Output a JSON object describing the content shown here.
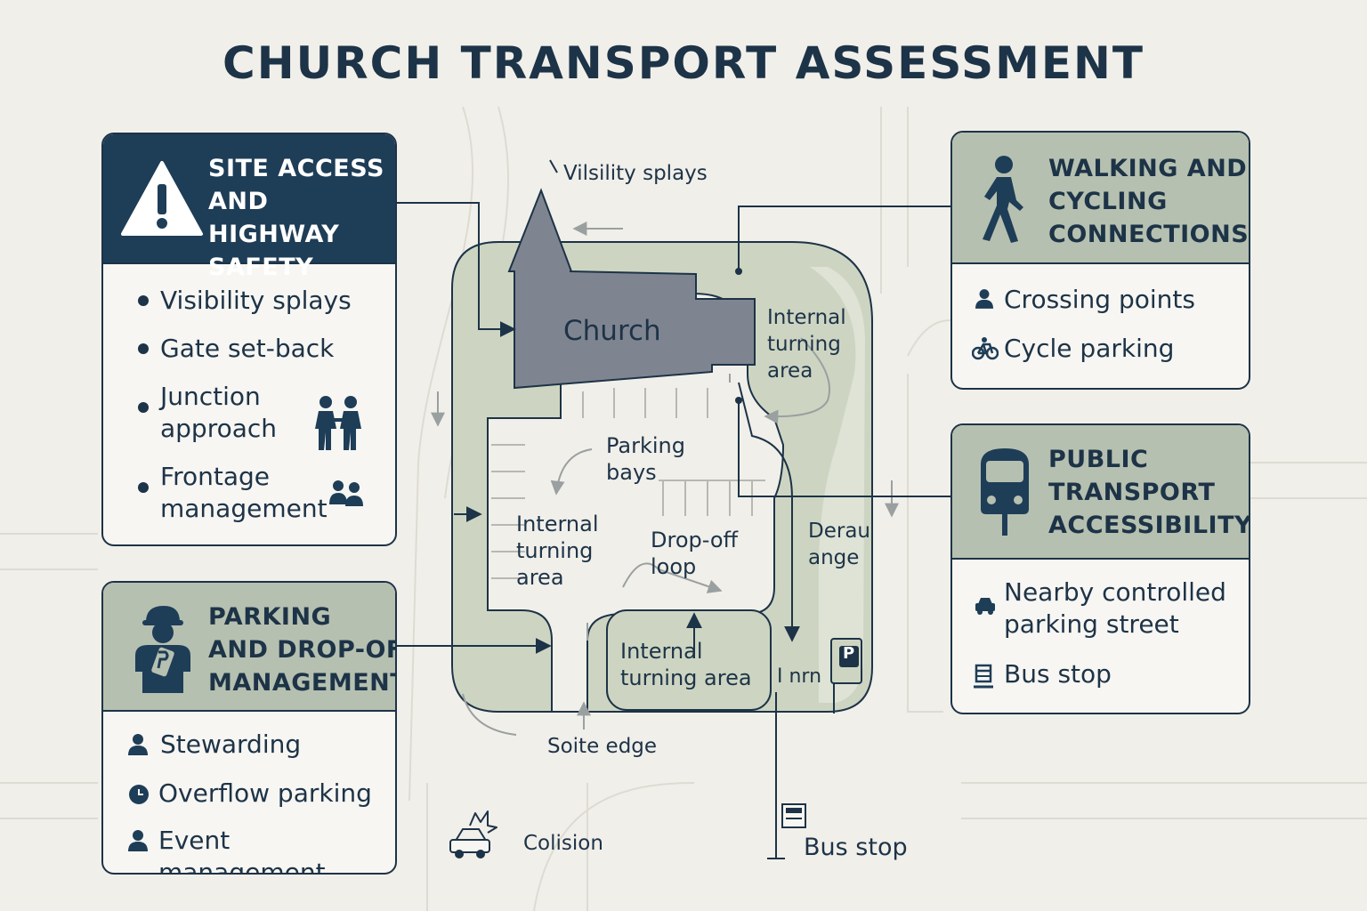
{
  "title": "CHURCH TRANSPORT ASSESSMENT",
  "colors": {
    "navy": "#1d3347",
    "header_dark": "#1e3d57",
    "header_sage": "#b6c0b0",
    "site_green": "#cdd5c2",
    "church_grey": "#7f8590",
    "background": "#f1efea"
  },
  "panels": {
    "site_access": {
      "title": "SITE ACCESS\nAND HIGHWAY\nSAFETY",
      "icon": "warning-triangle-icon",
      "items": [
        "Visibility splays",
        "Gate set-back",
        "Junction\napproach",
        "Frontage\nmanagement"
      ]
    },
    "parking_dropoff": {
      "title": "PARKING\nAND DROP-OF\nMANAGEMENT",
      "icon": "steward-icon",
      "items": [
        "Stewarding",
        "Overflow parking",
        "Event management"
      ]
    },
    "walking_cycling": {
      "title": "WALKING AND\nCYCLING\nCONNECTIONS",
      "icon": "pedestrian-icon",
      "items": [
        "Crossing points",
        "Cycle parking"
      ]
    },
    "public_transport": {
      "title": "PUBLIC\nTRANSPORT\nACCESSIBILITY",
      "icon": "bus-icon",
      "items": [
        "Nearby controlled\nparking street",
        "Bus stop"
      ]
    }
  },
  "map_labels": {
    "visibility_splays": "Vilsility splays",
    "church": "Church",
    "internal_turning_area_top": "Internal\nturning\narea",
    "parking_bays": "Parking\nbays",
    "internal_turning_area_left": "Internal\nturning\narea",
    "drop_off_loop": "Drop-off\nloop",
    "derau_ange": "Derau\nange",
    "internal_turning_area_bottom": "Internal\nturning area",
    "nrn": "I nrn",
    "parking_sign": "P",
    "site_edge": "Soite edge",
    "colision": "Colision",
    "bus_stop": "Bus stop"
  }
}
